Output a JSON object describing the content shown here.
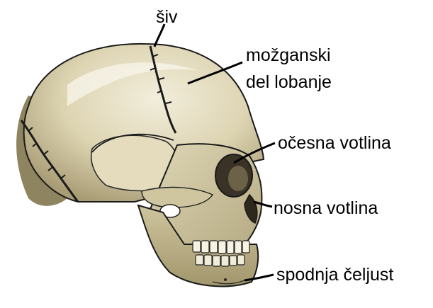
{
  "labels": {
    "suture": "šiv",
    "cranium_line1": "možganski",
    "cranium_line2": "del lobanje",
    "orbit": "očesna votlina",
    "nasal_cavity": "nosna votlina",
    "mandible": "spodnja čeljust"
  },
  "colors": {
    "bone_light": "#eeead6",
    "bone_mid": "#d3caa4",
    "bone_shadow": "#9c906a",
    "bone_dark": "#6c6248",
    "outline": "#1a1a1a",
    "text": "#000000"
  }
}
